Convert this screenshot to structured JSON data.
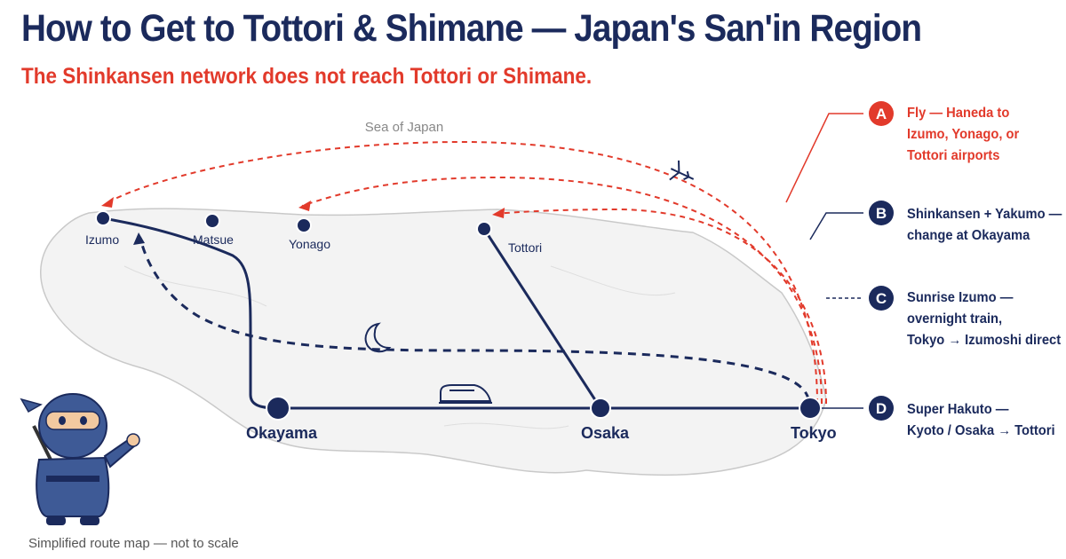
{
  "title": "How to Get to Tottori & Shimane — Japan's San'in Region",
  "subtitle": "The Shinkansen network does not reach Tottori or Shimane.",
  "sea_label": "Sea of Japan",
  "footer": "Simplified route map — not to scale",
  "stations": {
    "izumo": "Izumo",
    "matsue": "Matsue",
    "yonago": "Yonago",
    "tottori": "Tottori",
    "okayama": "Okayama",
    "osaka": "Osaka",
    "tokyo": "Tokyo"
  },
  "routes": [
    {
      "letter": "A",
      "lines": [
        "Fly — Haneda to",
        "Izumo, Yonago, or",
        "Tottori airports"
      ],
      "color": "#e23a2b"
    },
    {
      "letter": "B",
      "lines": [
        "Shinkansen + Yakumo —",
        "change at Okayama"
      ],
      "color": "#1b2a5c"
    },
    {
      "letter": "C",
      "lines": [
        "Sunrise Izumo —",
        "overnight train,",
        "Tokyo → Izumoshi direct"
      ],
      "color": "#1b2a5c"
    },
    {
      "letter": "D",
      "lines": [
        "Super Hakuto —",
        "Kyoto / Osaka → Tottori"
      ],
      "color": "#1b2a5c"
    }
  ],
  "colors": {
    "navy": "#1b2a5c",
    "red": "#e23a2b",
    "land": "#f4f4f4"
  },
  "icons": [
    "airplane-icon",
    "moon-icon",
    "shinkansen-icon",
    "ninja-mascot"
  ]
}
